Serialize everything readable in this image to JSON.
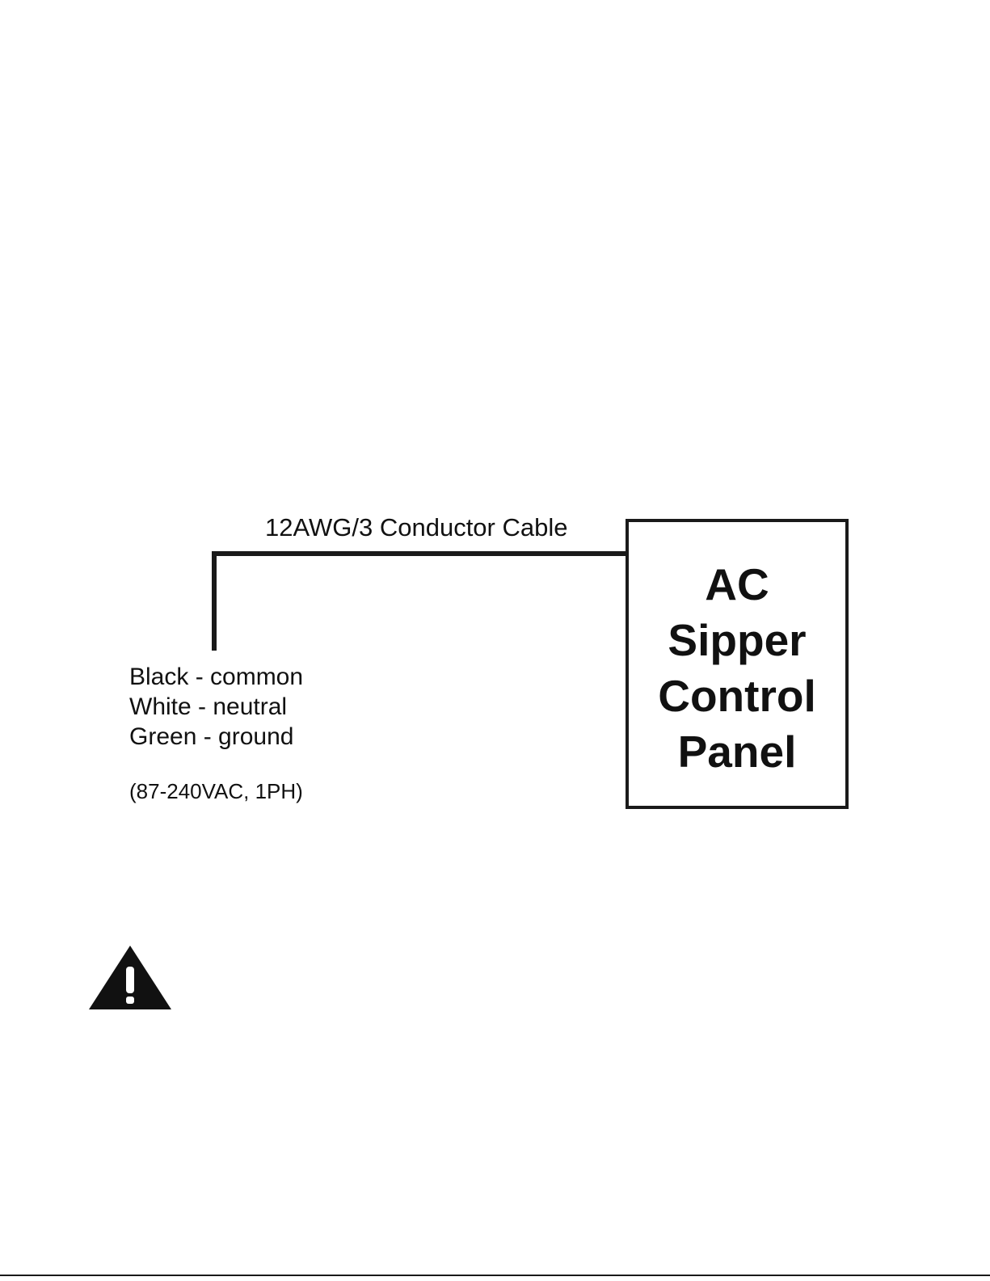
{
  "cable": {
    "label": "12AWG/3 Conductor Cable"
  },
  "panel": {
    "lines": [
      "AC",
      "Sipper",
      "Control",
      "Panel"
    ]
  },
  "wires": {
    "items": [
      "Black - common",
      "White - neutral",
      "Green - ground"
    ],
    "voltage": "(87-240VAC, 1PH)"
  },
  "icons": {
    "warning": "warning-triangle-icon"
  },
  "colors": {
    "ink": "#111111",
    "background": "#ffffff"
  }
}
